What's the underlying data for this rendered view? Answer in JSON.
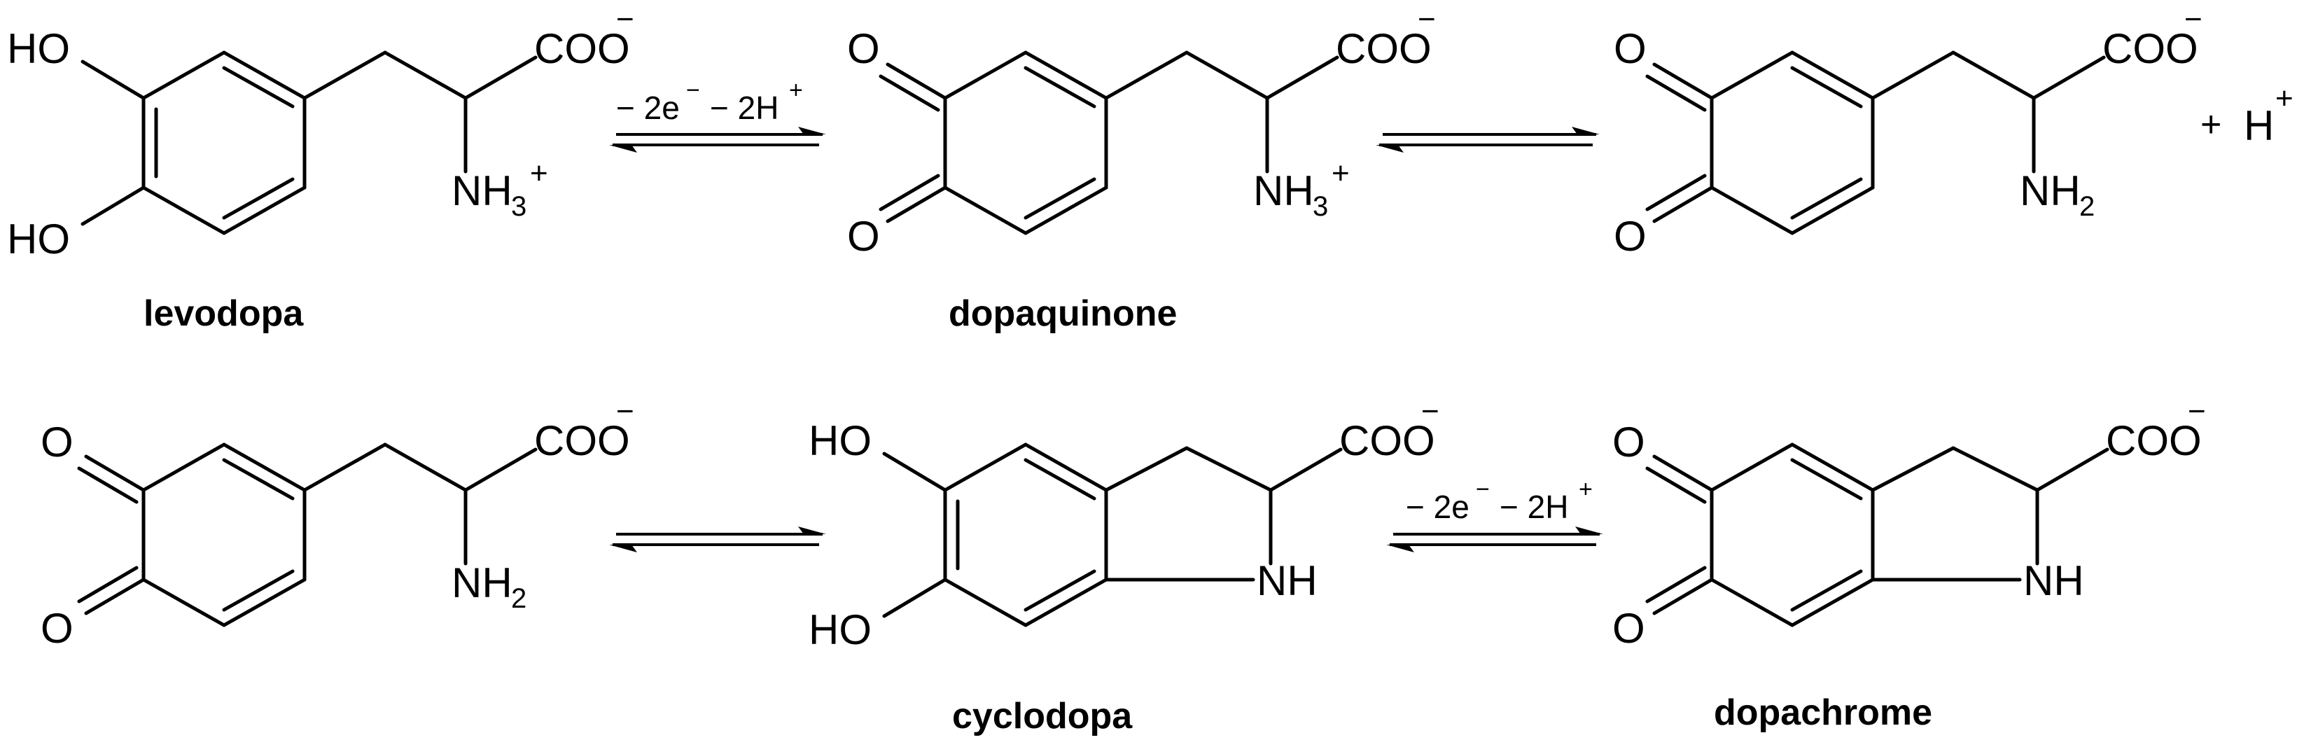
{
  "compounds": {
    "levodopa": {
      "name": "levodopa",
      "oh_top": "HO",
      "oh_bottom": "HO",
      "carboxylate": "COO",
      "carboxylate_charge": "−",
      "amine": "NH",
      "amine_sub": "3",
      "amine_charge": "+"
    },
    "dopaquinone": {
      "name": "dopaquinone",
      "o_top": "O",
      "o_bottom": "O",
      "carboxylate": "COO",
      "carboxylate_charge": "−",
      "amine": "NH",
      "amine_sub": "3",
      "amine_charge": "+"
    },
    "dopaquinone_neutral_top": {
      "o_top": "O",
      "o_bottom": "O",
      "carboxylate": "COO",
      "carboxylate_charge": "−",
      "amine": "NH",
      "amine_sub": "2"
    },
    "proton": {
      "plus_sign": "+",
      "symbol": "H",
      "charge": "+"
    },
    "dopaquinone_neutral_bottom": {
      "o_top": "O",
      "o_bottom": "O",
      "carboxylate": "COO",
      "carboxylate_charge": "−",
      "amine": "NH",
      "amine_sub": "2"
    },
    "cyclodopa": {
      "name": "cyclodopa",
      "oh_top": "HO",
      "oh_bottom": "HO",
      "carboxylate": "COO",
      "carboxylate_charge": "−",
      "ring_nh": "NH"
    },
    "dopachrome": {
      "name": "dopachrome",
      "o_top": "O",
      "o_bottom": "O",
      "carboxylate": "COO",
      "carboxylate_charge": "−",
      "ring_nh": "NH"
    }
  },
  "reactions": {
    "oxidation_1": {
      "electrons": "− 2e",
      "electrons_charge": "−",
      "protons": "− 2H",
      "protons_charge": "+"
    },
    "oxidation_2": {
      "electrons": "− 2e",
      "electrons_charge": "−",
      "protons": "− 2H",
      "protons_charge": "+"
    }
  }
}
